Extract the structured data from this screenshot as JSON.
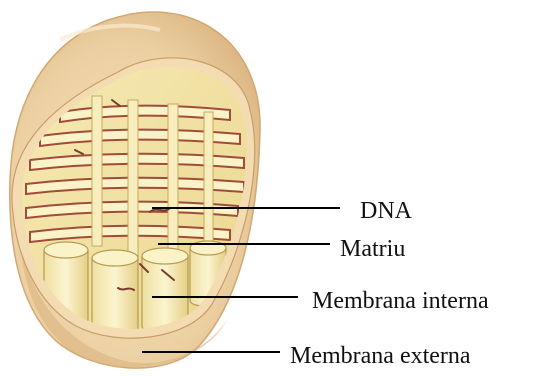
{
  "diagram": {
    "labels": {
      "dna": "DNA",
      "matrix": "Matriu",
      "inner_membrane": "Membrana interna",
      "outer_membrane": "Membrana externa"
    },
    "colors": {
      "outer_membrane": "#efd2a6",
      "outer_membrane_shadow": "#d9b27c",
      "matrix_fill": "#f4e6a7",
      "cristae_fill": "#fbf3c8",
      "cristae_edge": "#a24b3a",
      "leader_line": "#000000",
      "text": "#111111"
    }
  }
}
